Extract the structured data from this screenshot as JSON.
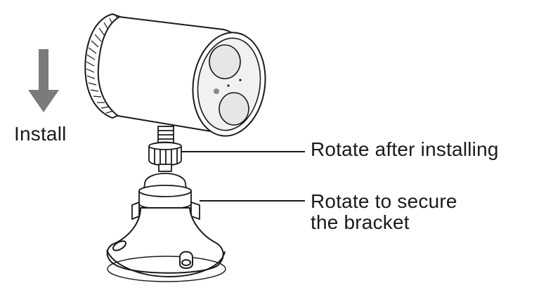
{
  "install_label": "Install",
  "callouts": {
    "rotate_after_installing": "Rotate after installing",
    "rotate_to_secure_line1": "Rotate to secure",
    "rotate_to_secure_line2": "the bracket"
  },
  "colors": {
    "arrow": "#7b7b7b",
    "line": "#1a1a1a",
    "lens": "#e6e6e6",
    "face": "#f1f1f1",
    "text": "#1a1a1a"
  },
  "icons": {
    "direction_arrow": "arrow-down-icon"
  }
}
